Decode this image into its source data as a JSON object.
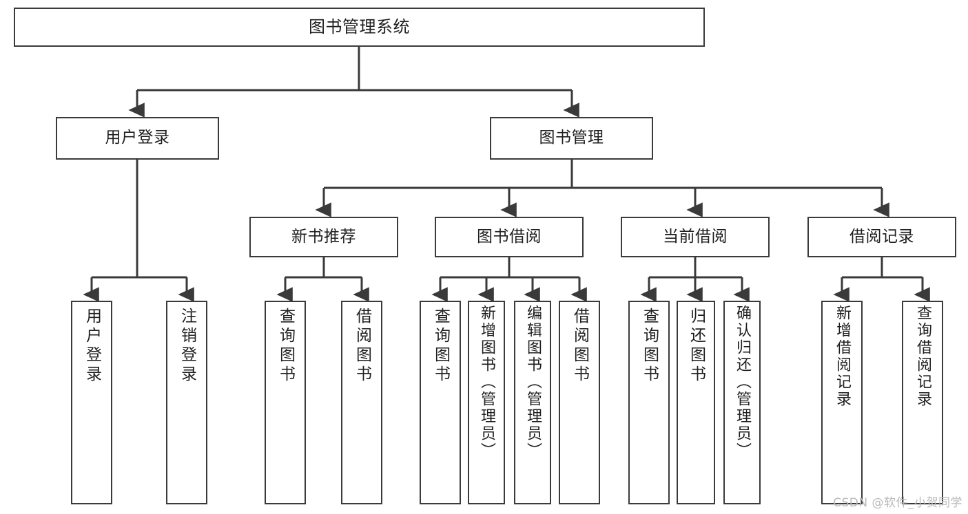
{
  "diagram": {
    "title": "图书管理系统",
    "type": "tree-hierarchy-diagram",
    "colors": {
      "stroke": "#3a3a3a",
      "fill": "#ffffff",
      "text": "#1f1f1f",
      "watermark": "#b9b9b9"
    },
    "root": {
      "label": "图书管理系统"
    },
    "level2": [
      {
        "label": "用户登录"
      },
      {
        "label": "图书管理"
      }
    ],
    "level3": [
      {
        "label": "新书推荐"
      },
      {
        "label": "图书借阅"
      },
      {
        "label": "当前借阅"
      },
      {
        "label": "借阅记录"
      }
    ],
    "leaves": {
      "user_login": [
        {
          "label": "用户登录"
        },
        {
          "label": "注销登录"
        }
      ],
      "new_book_recommend": [
        {
          "label": "查询图书"
        },
        {
          "label": "借阅图书"
        }
      ],
      "book_borrow": [
        {
          "label": "查询图书"
        },
        {
          "label": "新增图书（管理员）"
        },
        {
          "label": "编辑图书（管理员）"
        },
        {
          "label": "借阅图书"
        }
      ],
      "current_borrow": [
        {
          "label": "查询图书"
        },
        {
          "label": "归还图书"
        },
        {
          "label": "确认归还（管理员）"
        }
      ],
      "borrow_records": [
        {
          "label": "新增借阅记录"
        },
        {
          "label": "查询借阅记录"
        }
      ]
    }
  },
  "watermark": {
    "text": "CSDN @软件_小贺同学"
  }
}
